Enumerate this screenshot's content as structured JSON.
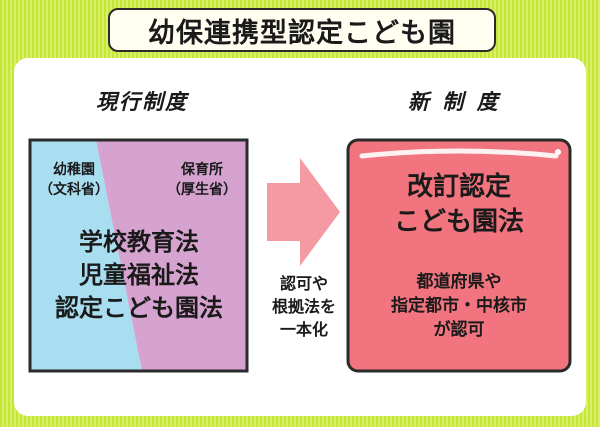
{
  "title": "幼保連携型認定こども園",
  "current": {
    "heading": "現行制度",
    "kindergarten_name": "幼稚園",
    "kindergarten_ministry": "（文科省）",
    "nursery_name": "保育所",
    "nursery_ministry": "（厚生省）",
    "laws": [
      "学校教育法",
      "児童福祉法",
      "認定こども園法"
    ]
  },
  "arrow": {
    "caption": [
      "認可や",
      "根拠法を",
      "一本化"
    ]
  },
  "new": {
    "heading": "新 制 度",
    "law": [
      "改訂認定",
      "こども園法"
    ],
    "approval": [
      "都道府県や",
      "指定都市・中核市",
      "が認可"
    ]
  },
  "colors": {
    "kindergarten": "#a8def0",
    "nursery": "#d6a2cf",
    "new_box": "#f2747e",
    "arrow": "#f59aa2",
    "background": "#c6e635"
  }
}
